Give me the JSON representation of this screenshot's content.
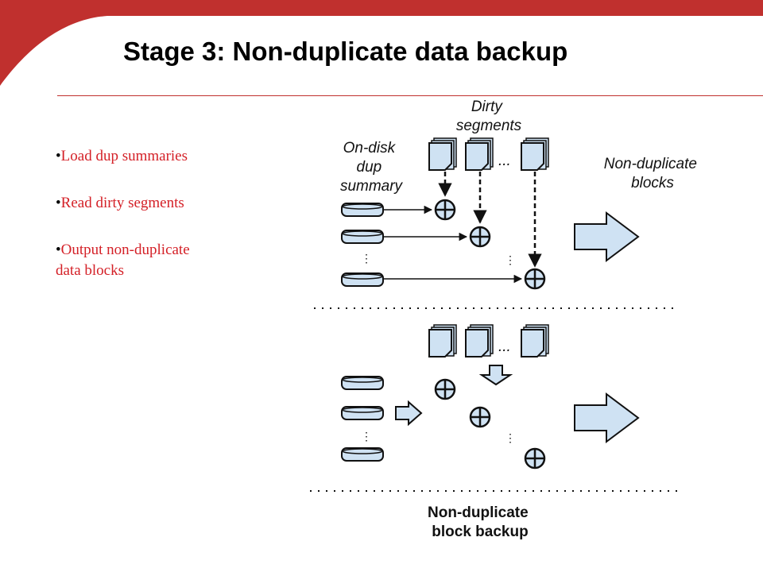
{
  "slide": {
    "title": "Stage 3: Non-duplicate data backup",
    "accent_color": "#c0302e",
    "bullet_color": "#d42027"
  },
  "bullets": [
    {
      "text": "Load dup summaries"
    },
    {
      "text": "Read dirty segments"
    },
    {
      "text": "Output non-duplicate",
      "continuation": "data blocks"
    }
  ],
  "diagram": {
    "dirty_segments_label": [
      "Dirty",
      "segments"
    ],
    "on_disk_label": [
      "On-disk",
      "dup",
      "summary"
    ],
    "non_dup_blocks_label": [
      "Non-duplicate",
      "blocks"
    ],
    "ellipsis": "...",
    "caption": [
      "Non-duplicate",
      "block backup"
    ],
    "fill_color": "#cfe2f3",
    "stroke_color": "#111111"
  }
}
